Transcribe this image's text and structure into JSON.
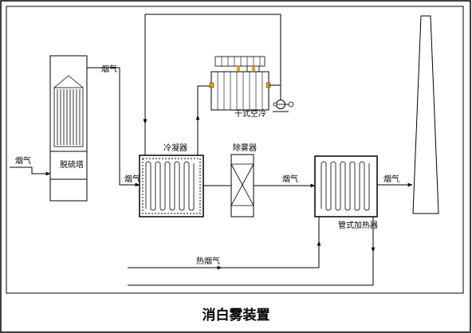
{
  "caption": "消白雾装置",
  "labels": {
    "flue_gas_inlet": "烟气",
    "desulfurization_tower": "脱硫塔",
    "flue_gas_tower_top": "烟气",
    "flue_gas_to_condenser": "烟气",
    "condenser": "冷凝器",
    "dry_cooling_tower": "干式空冷",
    "demister": "除雾器",
    "flue_gas_to_heater": "烟气",
    "tube_heater": "管式加热器",
    "flue_gas_to_stack": "烟气",
    "heating_flue_gas": "热烟气"
  },
  "colors": {
    "line": "#000000",
    "accent_port": "#f0a000"
  }
}
